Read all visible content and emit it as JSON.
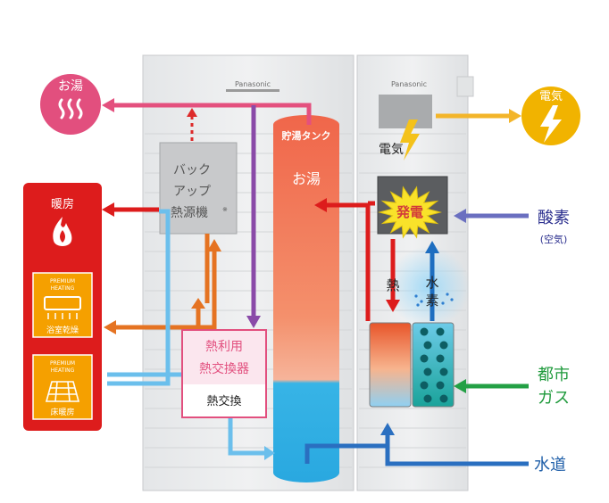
{
  "units": {
    "left_brand": "Panasonic",
    "right_brand": "Panasonic",
    "tank_label": "貯湯タンク",
    "tank_hot_water": "お湯",
    "backup": [
      "バック",
      "アップ",
      "熱源機",
      "※"
    ],
    "exchanger": [
      "熱利用",
      "熱交換器"
    ],
    "heat_exchange": "熱交換",
    "electricity_inside": "電気",
    "power_generation": "発電",
    "heat_label": "熱",
    "hydrogen": [
      "水",
      "素"
    ]
  },
  "outputs": {
    "hot_water": "お湯",
    "electricity": "電気",
    "heating": "暖房",
    "bath_dryer": {
      "badge": [
        "PREMIUM",
        "HEATING"
      ],
      "label": "浴室乾燥"
    },
    "floor_heating": {
      "badge": [
        "PREMIUM",
        "HEATING"
      ],
      "label": "床暖房"
    }
  },
  "inputs": {
    "oxygen": "酸素",
    "air": "(空気)",
    "city_gas": [
      "都市",
      "ガス"
    ],
    "water_supply": "水道"
  },
  "colors": {
    "hot": "#e24f7e",
    "orange": "#e26d1e",
    "blue": "#5ab3e8",
    "red": "#dd1c1c",
    "gold": "#f1b300",
    "navy": "#2b2f8e",
    "purple": "#6a6fc0",
    "green": "#1f9a3c",
    "darkblue": "#1e5ea8"
  }
}
